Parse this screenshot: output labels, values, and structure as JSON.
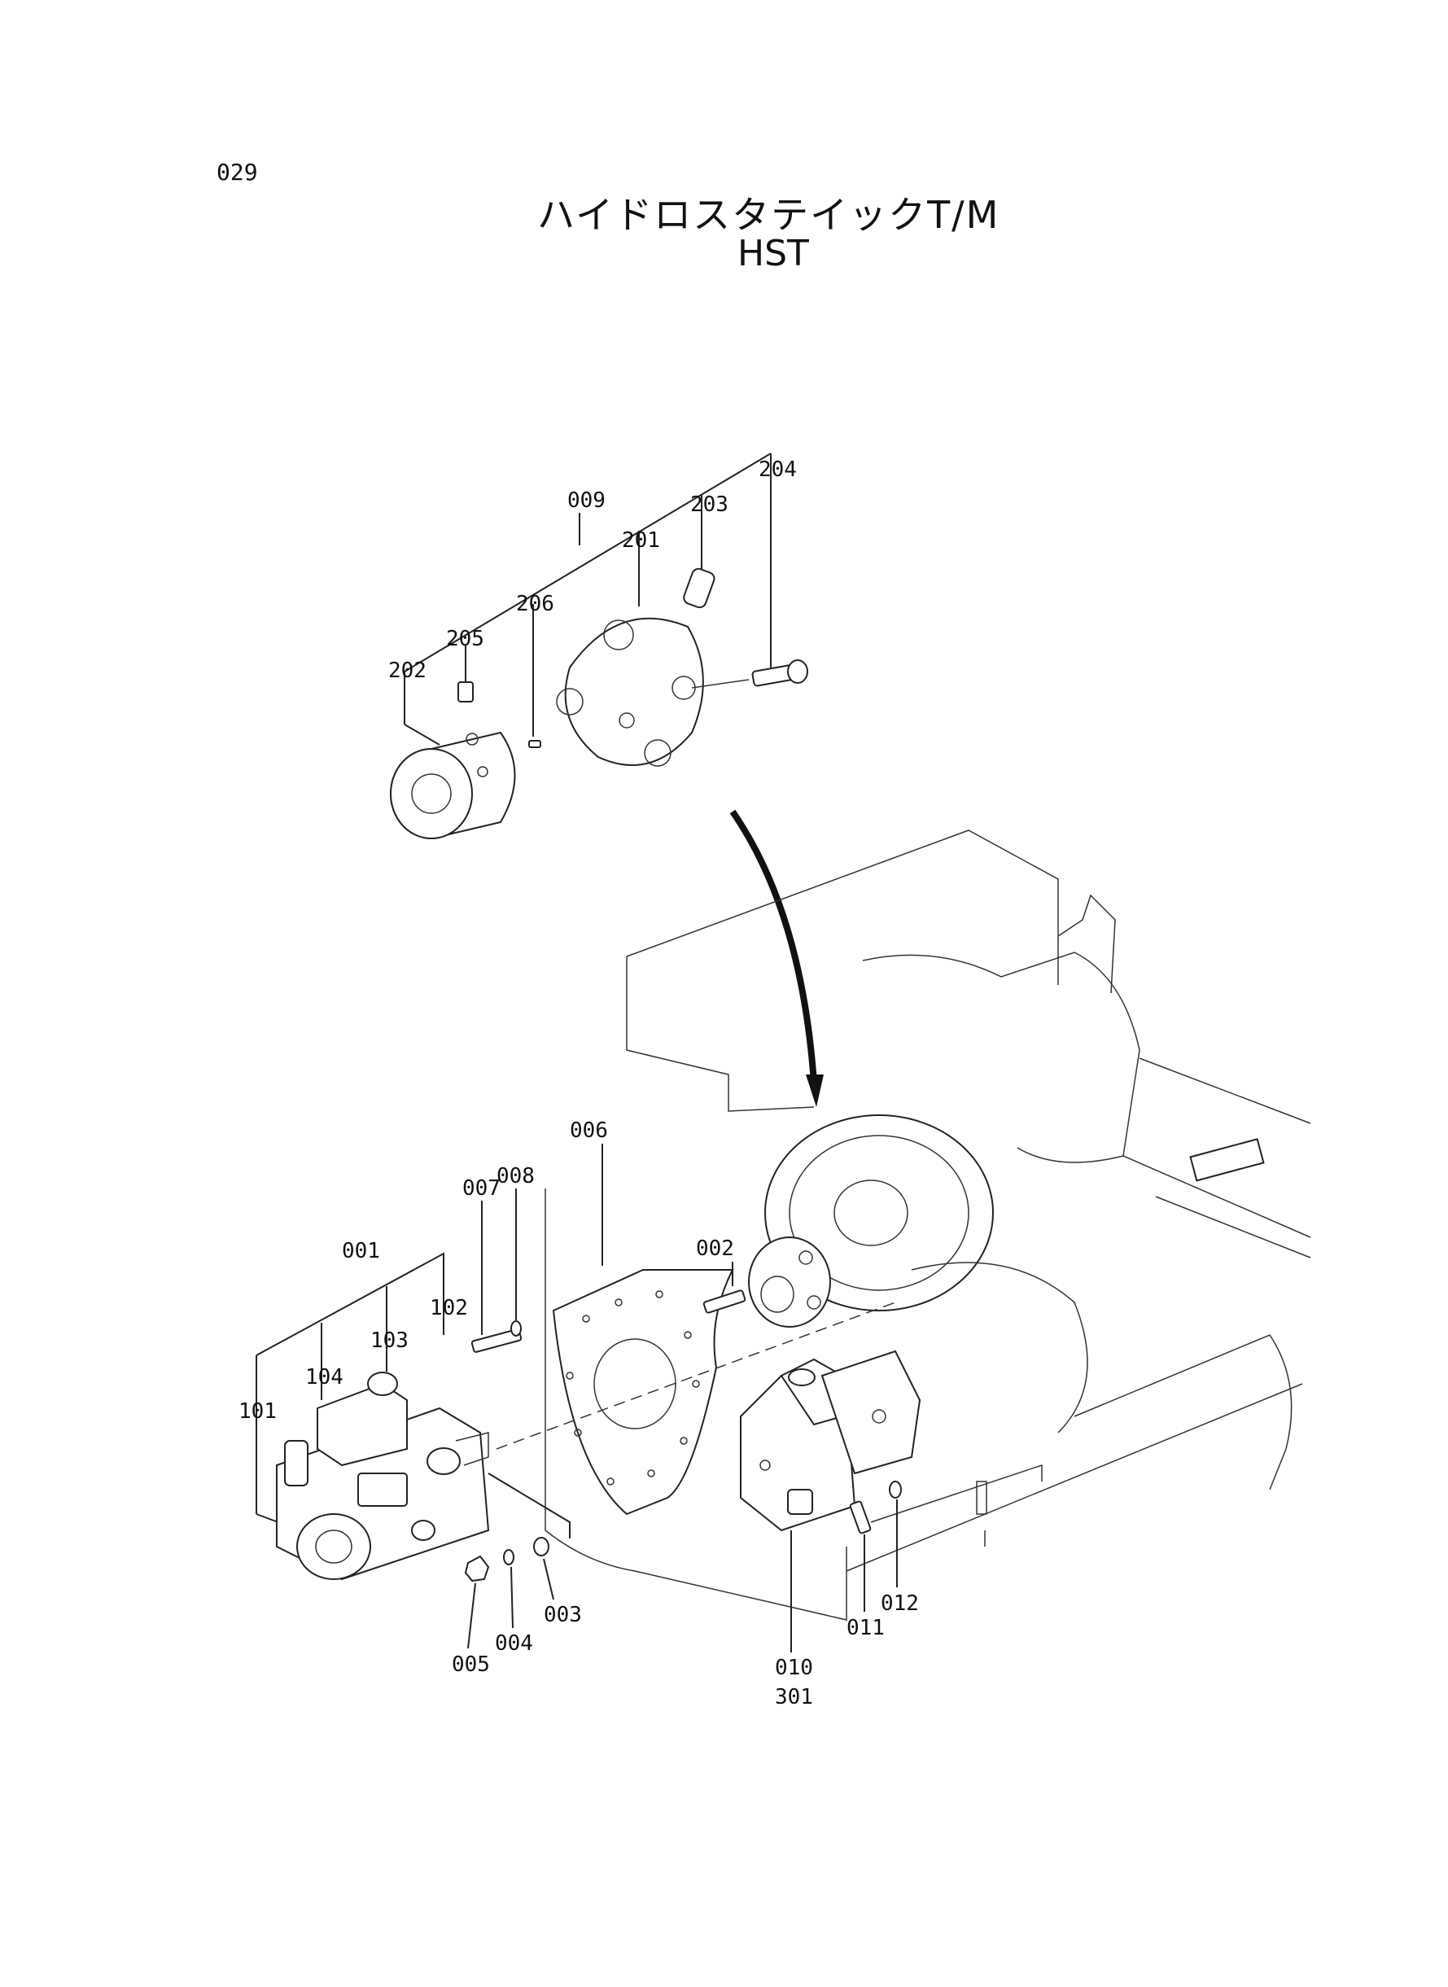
{
  "page": {
    "number": "029"
  },
  "title": {
    "japanese": "ハイドロスタテイックT/M",
    "english": "HST"
  },
  "callouts": {
    "c009": "009",
    "c204": "204",
    "c203": "203",
    "c201": "201",
    "c206": "206",
    "c205": "205",
    "c202": "202",
    "c006": "006",
    "c008": "008",
    "c007": "007",
    "c002": "002",
    "c001": "001",
    "c102": "102",
    "c103": "103",
    "c104": "104",
    "c101": "101",
    "c003": "003",
    "c004": "004",
    "c005": "005",
    "c011": "011",
    "c012": "012",
    "c010": "010",
    "c301": "301"
  }
}
